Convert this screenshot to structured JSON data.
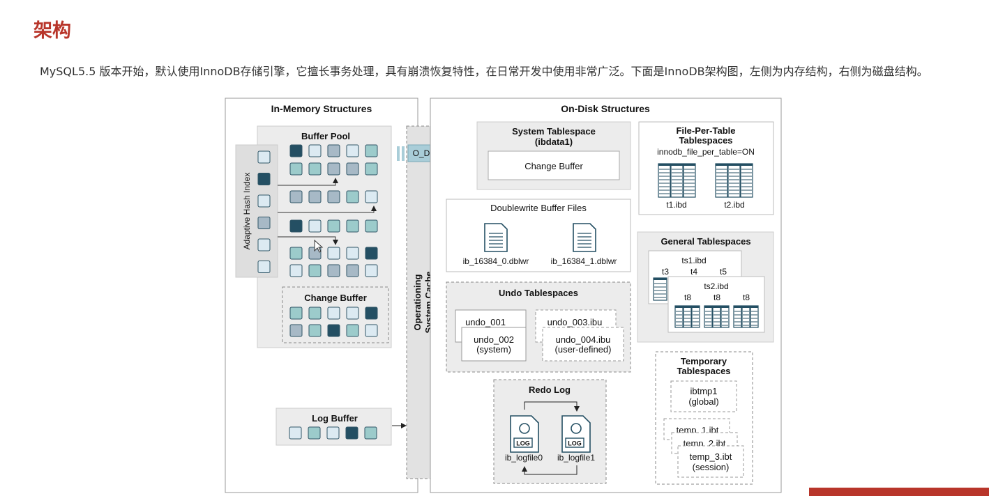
{
  "page": {
    "title": "架构",
    "intro": "MySQL5.5 版本开始，默认使用InnoDB存储引擎，它擅长事务处理，具有崩溃恢复特性，在日常开发中使用非常广泛。下面是InnoDB架构图，左侧为内存结构，右侧为磁盘结构。"
  },
  "diagram": {
    "memory": {
      "heading": "In-Memory Structures",
      "buffer_pool": "Buffer Pool",
      "adaptive_hash_index": "Adaptive Hash Index",
      "change_buffer": "Change Buffer",
      "log_buffer": "Log Buffer"
    },
    "os_cache": {
      "line1": "Operationing",
      "line2": "System Cache"
    },
    "o_direct": "O_DIRECT",
    "disk": {
      "heading": "On-Disk Structures",
      "system_ts": {
        "line1": "System Tablespace",
        "line2": "(ibdata1)",
        "change_buffer": "Change Buffer"
      },
      "file_per_table": {
        "line1": "File-Per-Table",
        "line2": "Tablespaces",
        "setting": "innodb_file_per_table=ON",
        "file1": "t1.ibd",
        "file2": "t2.ibd"
      },
      "doublewrite": {
        "title": "Doublewrite Buffer Files",
        "file1": "ib_16384_0.dblwr",
        "file2": "ib_16384_1.dblwr"
      },
      "general": {
        "title": "General Tablespaces",
        "ts1": "ts1.ibd",
        "t3": "t3",
        "t4": "t4",
        "t5": "t5",
        "ts2": "ts2.ibd",
        "t8a": "t8",
        "t8b": "t8",
        "t8c": "t8"
      },
      "undo": {
        "title": "Undo Tablespaces",
        "u1": "undo_001",
        "u2a": "undo_002",
        "u2b": "(system)",
        "u3": "undo_003.ibu",
        "u4a": "undo_004.ibu",
        "u4b": "(user-defined)"
      },
      "redo": {
        "title": "Redo Log",
        "log_tag": "LOG",
        "file1": "ib_logfile0",
        "file2": "ib_logfile1"
      },
      "temporary": {
        "line1": "Temporary",
        "line2": "Tablespaces",
        "g1": "ibtmp1",
        "g2": "(global)",
        "t1": "temp_1.ibt",
        "t2": "temp_2.ibt",
        "t3": "temp_3.ibt",
        "t4": "(session)"
      }
    },
    "colors": {
      "dark": "#244f63",
      "teal": "#9ccbcb",
      "slate": "#a7b9c6",
      "pale": "#dceaf2",
      "panel": "#ececec",
      "arrow": "#a9cdd8"
    }
  }
}
